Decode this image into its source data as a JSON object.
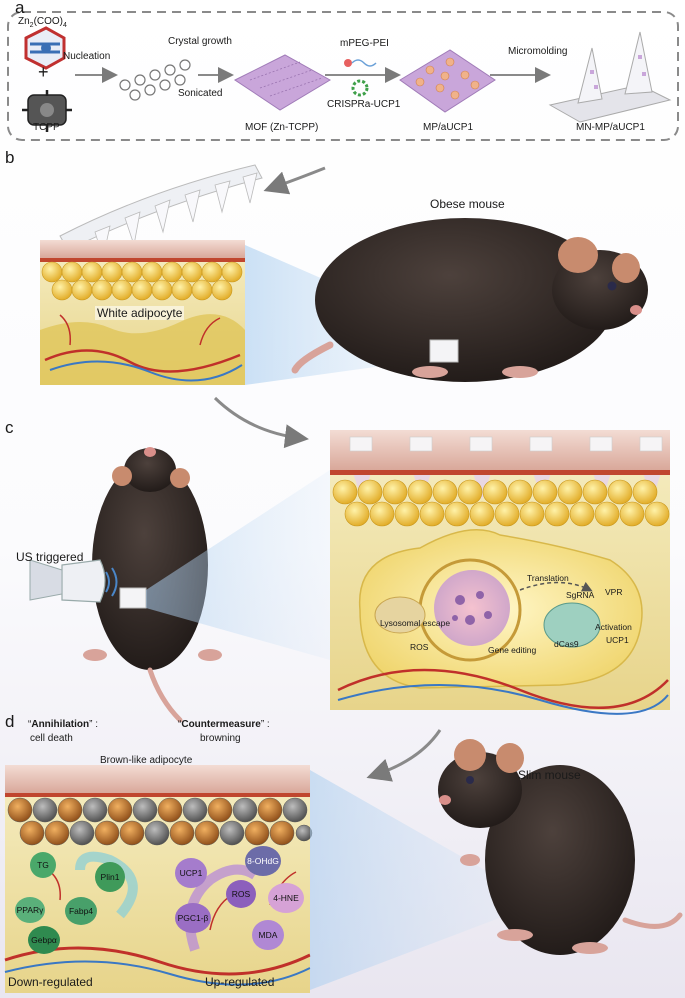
{
  "panels": {
    "a": "a",
    "b": "b",
    "c": "c",
    "d": "d"
  },
  "panel_a": {
    "zn_label": "Zn",
    "zn_sub": "2",
    "zn_rest": "(COO)",
    "zn_sub2": "4",
    "plus": "+",
    "tcpp": "TCPP",
    "nucleation": "Nucleation",
    "crystal_growth": "Crystal growth",
    "sonicated": "Sonicated",
    "mof": "MOF (Zn-TCPP)",
    "mpeg": "mPEG-PEI",
    "crispra": "CRISPRa-UCP1",
    "mp": "MP/aUCP1",
    "micromolding": "Micromolding",
    "mn": "MN-MP/aUCP1"
  },
  "panel_b": {
    "obese": "Obese mouse",
    "white_adipocyte": "White adipocyte"
  },
  "panel_c": {
    "us_triggered": "US triggered",
    "translation": "Translation",
    "sgrna": "SgRNA",
    "vpr": "VPR",
    "lysosomal": "Lysosomal escape",
    "activation": "Activation",
    "dcas9": "dCas9",
    "ucp1": "UCP1",
    "ros": "ROS",
    "gene_editing": "Gene editing"
  },
  "panel_d": {
    "annihilation_q": "“Annihilation” :",
    "annihilation_word": "Annihilation",
    "cell_death": "cell death",
    "countermeasure_word": "Countermeasure",
    "browning": "browning",
    "brown_like": "Brown-like adipocyte",
    "slim": "Slim mouse",
    "down": "Down-regulated",
    "up": "Up-regulated",
    "markers_down": [
      "TG",
      "Plin1",
      "PPARγ",
      "Fabp4",
      "Gebpα"
    ],
    "markers_up": [
      "UCP1",
      "8-OHdG",
      "ROS",
      "4-HNE",
      "PGC1-β",
      "MDA"
    ]
  },
  "colors": {
    "skin": "#e8c9c0",
    "fat_white": "#f2c84a",
    "fat_brown": "#c9822e",
    "mouse": "#2b2321",
    "gel": "#efe0a0",
    "blue_beam": "#9ec5e8",
    "green_marker": "#3f9a5a",
    "purple_marker": "#8e6bb8"
  }
}
